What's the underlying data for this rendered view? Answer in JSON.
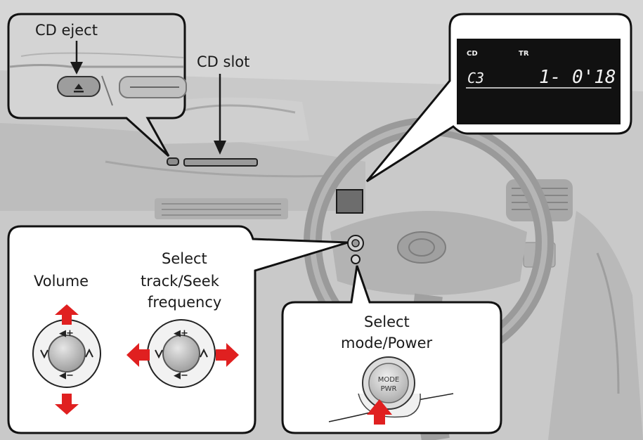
{
  "labels": {
    "cd_eject": "CD eject",
    "cd_slot": "CD slot",
    "volume": "Volume",
    "select_track_line1": "Select",
    "select_track_line2": "track/Seek",
    "select_track_line3": "frequency",
    "select_mode_line1": "Select",
    "select_mode_line2": "mode/Power"
  },
  "display": {
    "indicator": "CD",
    "mode": "TR",
    "source": "C3",
    "track_time": "1- 0'18"
  },
  "button": {
    "line1": "MODE",
    "line2": "PWR"
  },
  "colors": {
    "arrow": "#e02020",
    "display_bg": "#111111",
    "dash_gray": "#c8c8c8"
  }
}
